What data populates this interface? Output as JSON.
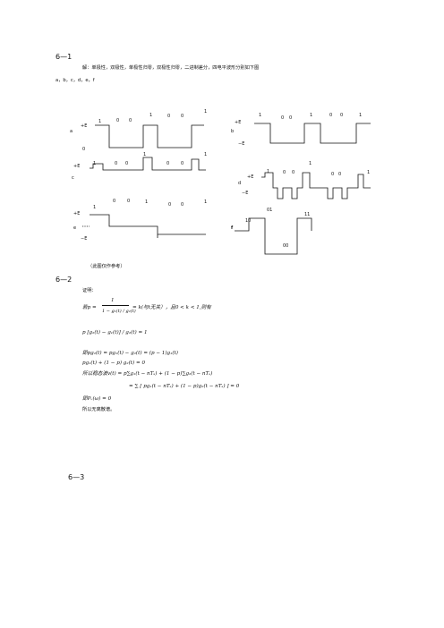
{
  "page": {
    "s1": {
      "heading": "6—1",
      "intro_line1": "解：单极性，双极性，单极性归零，双极性归零，二进制差分，四电平波形分别如下图",
      "intro_line2": "a，b，c，d，e，f"
    },
    "figures": {
      "a": {
        "id": "a",
        "level_hi": "+E",
        "level_lo": "0",
        "bits": [
          "1",
          "0",
          "0",
          "1",
          "0",
          "0",
          "1"
        ]
      },
      "b": {
        "id": "b",
        "level_hi": "+E",
        "level_lo": "−E",
        "bits": [
          "1",
          "0",
          "0",
          "1",
          "0",
          "0",
          "1"
        ]
      },
      "c": {
        "id": "c",
        "level_hi": "+E",
        "bits": [
          "1",
          "0",
          "0",
          "1",
          "0",
          "0",
          "1"
        ]
      },
      "d": {
        "id": "d",
        "level_hi": "+E",
        "level_lo": "−E",
        "bits": [
          "1",
          "0",
          "0",
          "1",
          "0",
          "0",
          "1"
        ]
      },
      "e": {
        "id": "e",
        "level_hi": "+E",
        "level_lo": "−E",
        "bits": [
          "1",
          "0",
          "0",
          "1",
          "0",
          "0",
          "1"
        ]
      },
      "f": {
        "id": "f",
        "symbols": [
          "10",
          "01",
          "00",
          "11"
        ]
      },
      "caption": "（此图仅作参考）"
    },
    "s2": {
      "heading": "6—2",
      "proof_label": "证明：",
      "eq1_prefix": "若p =",
      "eq1_frac_num": "1",
      "eq1_frac_den": "1 − g₁(t) / g₂(t)",
      "eq1_suffix": "= k(与t无关），且0 < k < 1,则有",
      "eq2": "p [g₂(t) − g₁(t)] / g₂(t) = 1",
      "eq3": "即pg₂(t) = pg₁(t) − g₂(t) = (p − 1)g₁(t)",
      "eq4": "pg₁(t) + (1 − p) g₂(t) = 0",
      "eq5": "所以稳态波v(t) = p∑g₁(t − nTₛ) + (1 − p)∑g₂(t − nTₛ)",
      "eq6": "= ∑ [ pg₁(t − nTₛ) + (1 − p)g₂(t − nTₛ) ] = 0",
      "eq7": "即Pᵥ(ω) = 0",
      "eq8": "所以无离散谱。"
    },
    "s3": {
      "heading": "6—3"
    }
  }
}
